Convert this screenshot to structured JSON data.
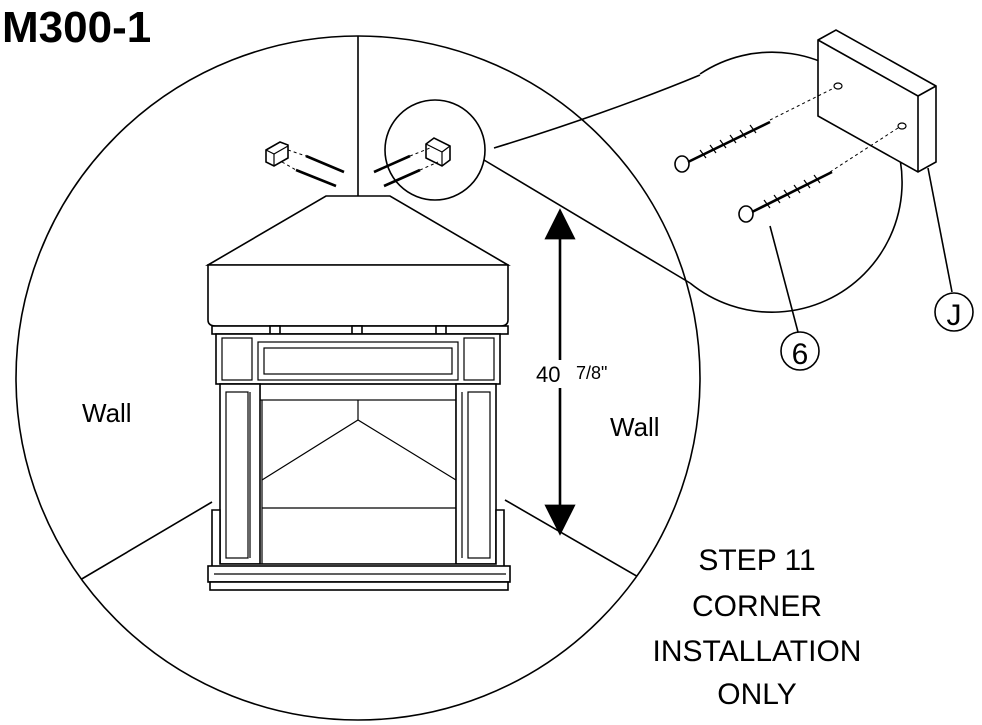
{
  "title": "M300-1",
  "labels": {
    "wall_left": "Wall",
    "wall_right": "Wall",
    "height_whole": "40",
    "height_fraction": "7/8\"",
    "part_j": "J",
    "part_6": "6"
  },
  "step": {
    "line1": "STEP 11",
    "line2": "CORNER",
    "line3": "INSTALLATION",
    "line4": "ONLY"
  }
}
